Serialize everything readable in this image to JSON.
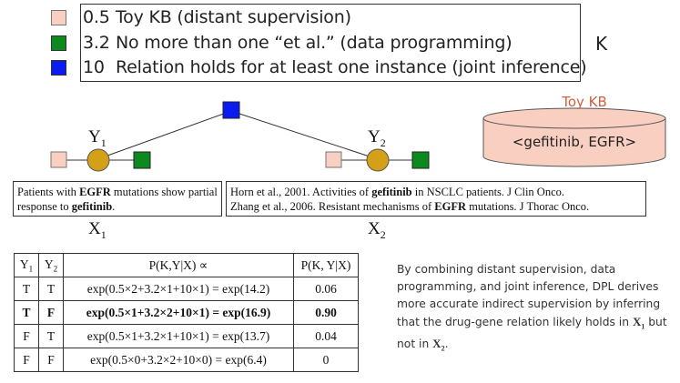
{
  "legend": {
    "items": [
      {
        "weight": "0.5",
        "text": "Toy KB (distant supervision)",
        "color": "#f9cfc2"
      },
      {
        "weight": "3.2",
        "text": "No more than one “et al.” (data programming)",
        "color": "#0c8a1f"
      },
      {
        "weight": "10",
        "text": "Relation holds for at least one instance (joint inference)",
        "color": "#0a1cf0"
      }
    ],
    "k_label": "K"
  },
  "graph": {
    "y1": {
      "letter": "Y",
      "sub": "1"
    },
    "y2": {
      "letter": "Y",
      "sub": "2"
    },
    "x1": {
      "letter": "X",
      "sub": "1"
    },
    "x2": {
      "letter": "X",
      "sub": "2"
    }
  },
  "toy_kb": {
    "title": "Toy KB",
    "value": "<gefitinib, EGFR>"
  },
  "sentences": {
    "s1": {
      "p1": "Patients with ",
      "b1": "EGFR",
      "p2": " mutations show partial response to ",
      "b2": "gefitinib",
      "p3": "."
    },
    "s2": {
      "line1": {
        "p1": "Horn et al., 2001. Activities of ",
        "b1": "gefitinib",
        "p2": " in NSCLC patients. J Clin Onco."
      },
      "line2": {
        "p1": "Zhang et al., 2006. Resistant mechanisms of ",
        "b1": "EGFR",
        "p2": " mutations. J Thorac Onco."
      }
    }
  },
  "table": {
    "headers": {
      "y1": "Y",
      "y1_sub": "1",
      "y2": "Y",
      "y2_sub": "2",
      "formula": "P(K,Y|X) ∝",
      "prob": "P(K, Y|X)"
    },
    "rows": [
      {
        "y1": "T",
        "y2": "T",
        "formula": "exp(0.5×2+3.2×1+10×1) = exp(14.2)",
        "prob": "0.06"
      },
      {
        "y1": "T",
        "y2": "F",
        "formula": "exp(0.5×1+3.2×2+10×1) = exp(16.9)",
        "prob": "0.90"
      },
      {
        "y1": "F",
        "y2": "T",
        "formula": "exp(0.5×1+3.2×1+10×1) = exp(13.7)",
        "prob": "0.04"
      },
      {
        "y1": "F",
        "y2": "F",
        "formula": "exp(0.5×0+3.2×2+10×0) = exp(6.4)",
        "prob": "0"
      }
    ]
  },
  "description": {
    "text": "By combining distant supervision, data programming, and joint inference, DPL derives more accurate indirect supervision by inferring that the drug-gene relation likely holds in ",
    "x1": "X",
    "x1_sub": "1",
    "mid": " but not in ",
    "x2": "X",
    "x2_sub": "2",
    "end": "."
  },
  "colors": {
    "pink_factor": "#f9cfc2",
    "green_factor": "#0c8a1f",
    "blue_factor": "#0a1cf0",
    "variable_node": "#d4a017",
    "kb_title": "#d06040"
  }
}
